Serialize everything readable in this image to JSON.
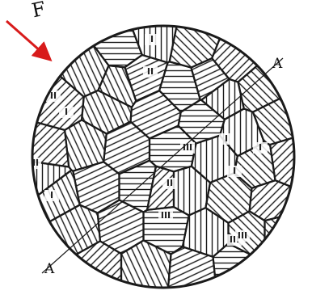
{
  "figure": {
    "force_label": "F",
    "section_label_top": "A",
    "section_label_bottom": "A",
    "grain_labels": [
      "I",
      "II",
      "II",
      "I",
      "III",
      "III",
      "I",
      "I",
      "III",
      "II",
      "I",
      "III",
      "III",
      "I"
    ]
  },
  "colors": {
    "arrow": "#d81b1b",
    "ink": "#1a1a1a",
    "background": "#ffffff"
  }
}
